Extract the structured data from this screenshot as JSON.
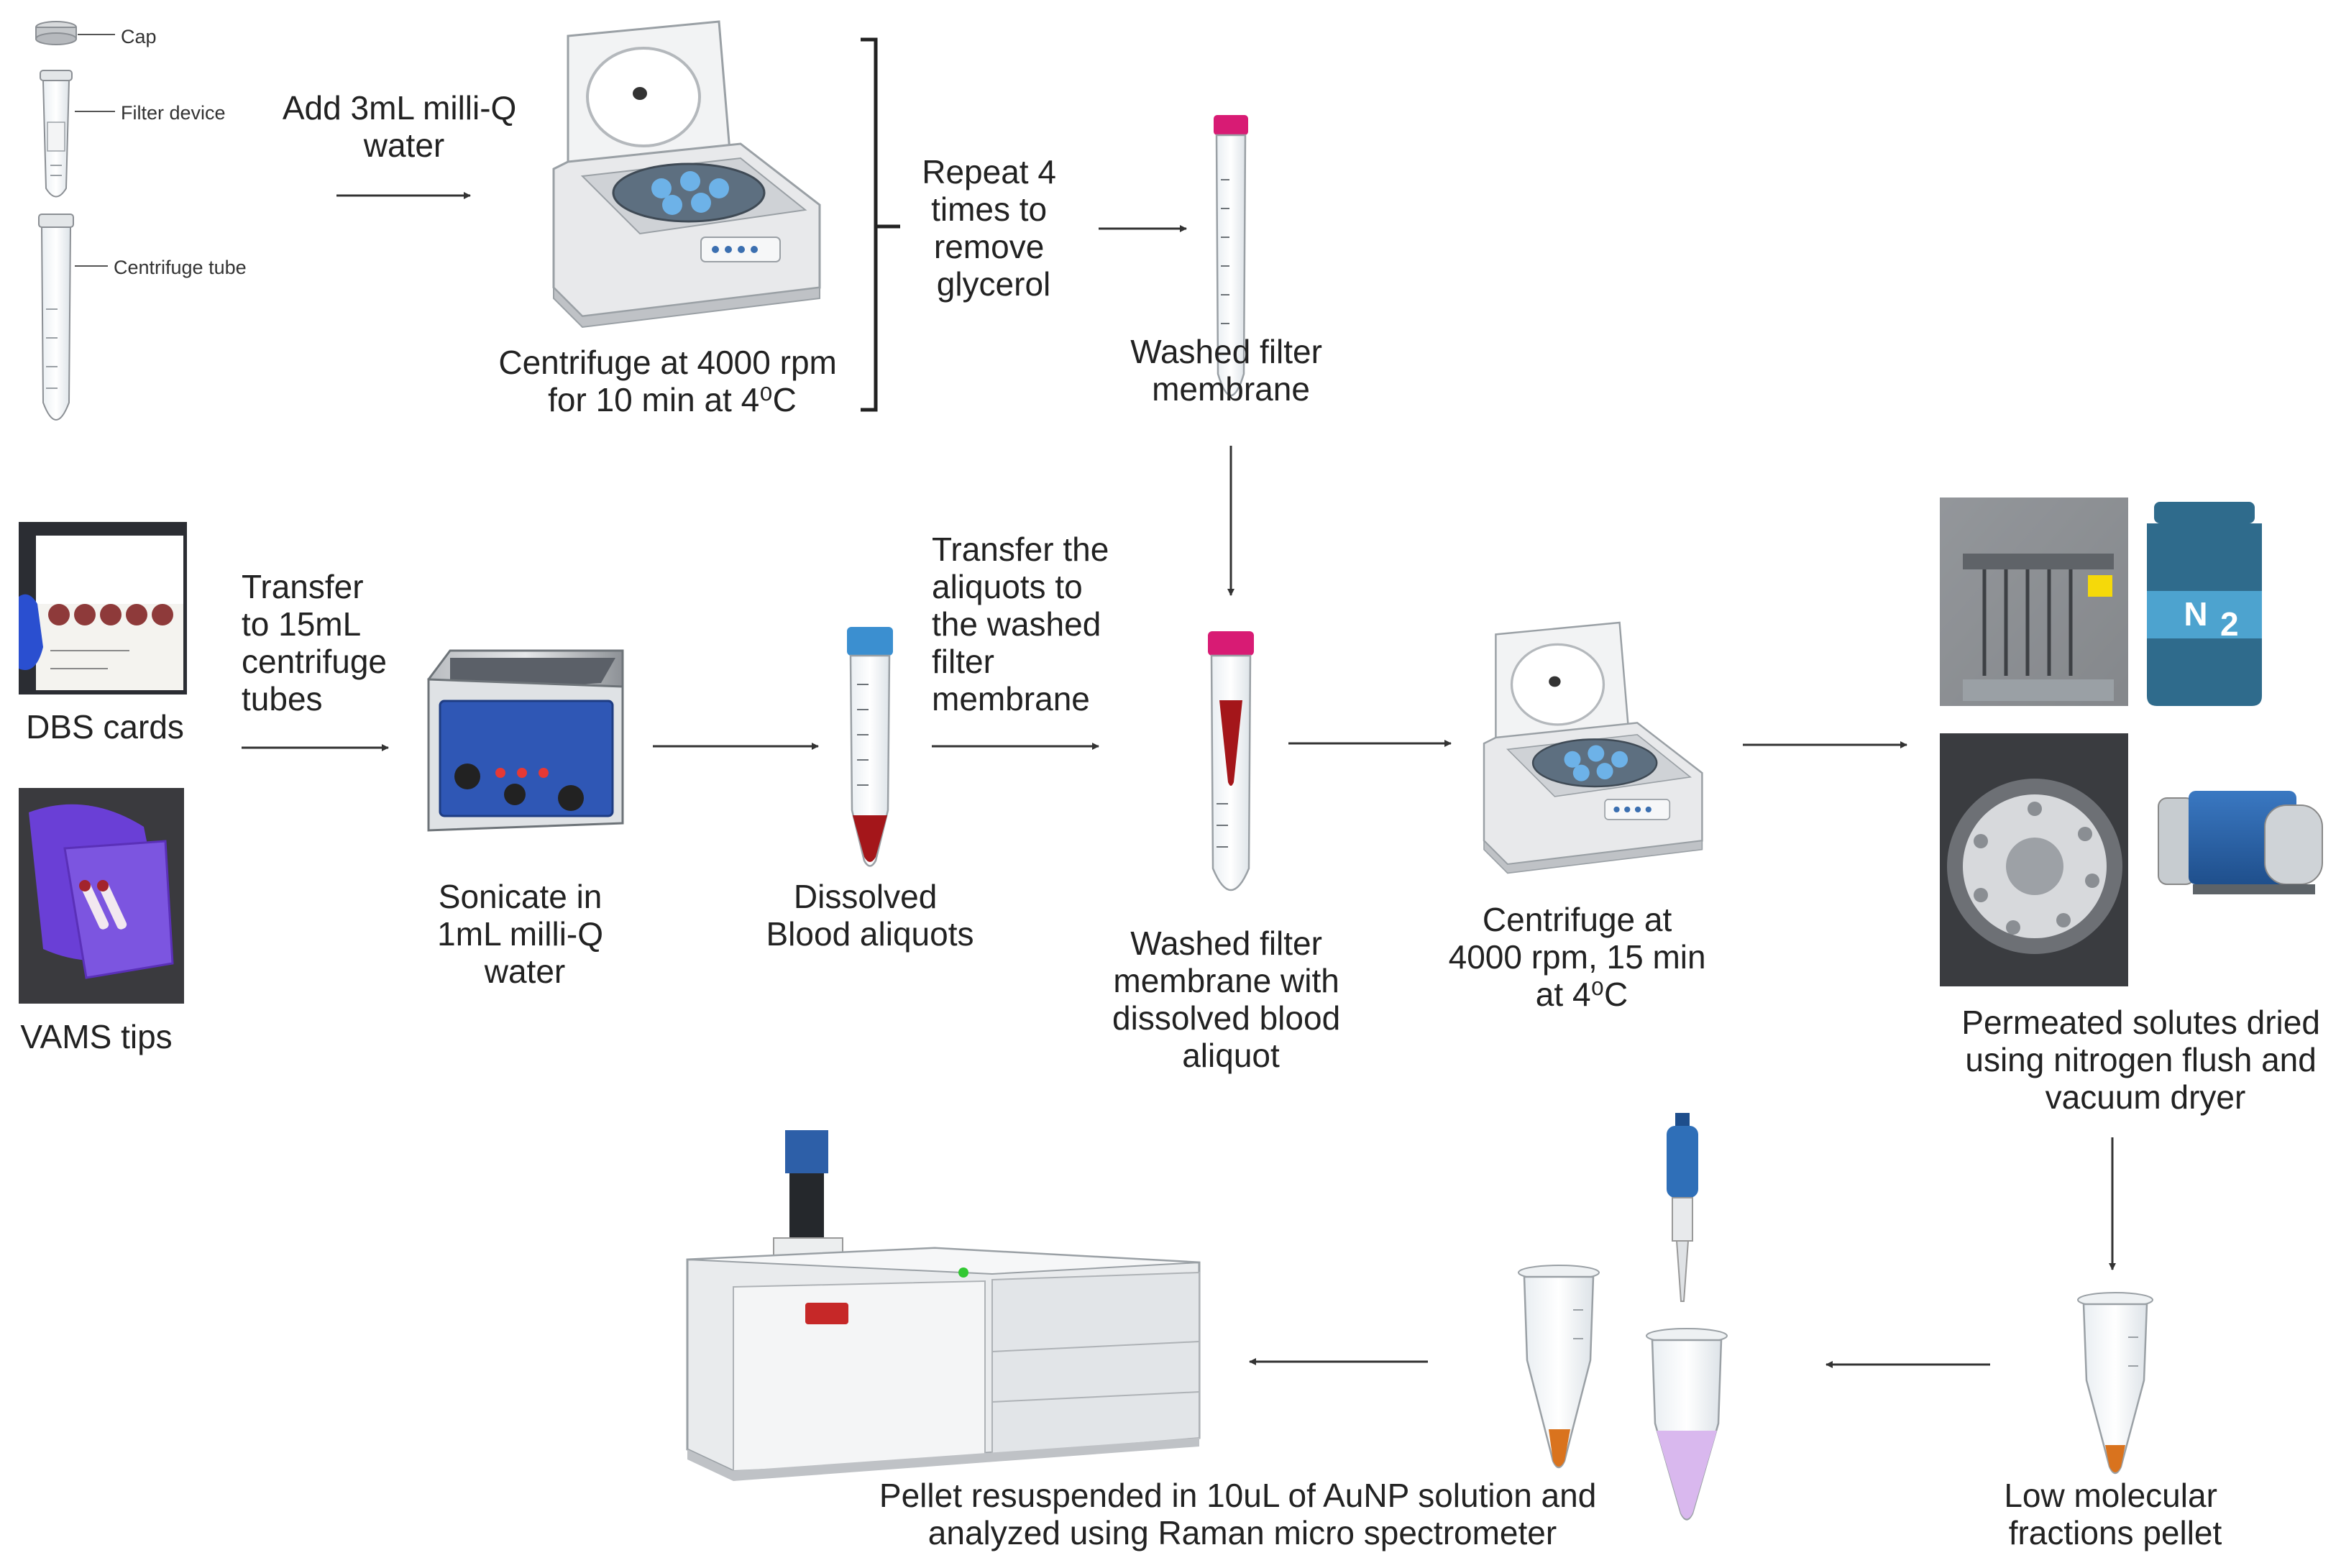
{
  "labels": {
    "cap": "Cap",
    "filter_device": "Filter device",
    "centrifuge_tube": "Centrifuge tube",
    "add_water": [
      "Add 3mL milli-Q",
      "water"
    ],
    "centrifuge_1": [
      "Centrifuge at 4000 rpm",
      "for 10 min at 4⁰C"
    ],
    "repeat": [
      "Repeat 4",
      "times to",
      "remove",
      "glycerol"
    ],
    "washed_filter": [
      "Washed filter",
      "membrane"
    ],
    "dbs_cards": "DBS cards",
    "vams_tips": "VAMS tips",
    "transfer_15ml": [
      "Transfer",
      "to 15mL",
      "centrifuge",
      "tubes"
    ],
    "sonicate": [
      "Sonicate in",
      "1mL milli-Q",
      "water"
    ],
    "dissolved": [
      "Dissolved",
      "Blood aliquots"
    ],
    "transfer_aliquots": [
      "Transfer the",
      "aliquots to",
      "the washed",
      "filter",
      "membrane"
    ],
    "washed_with_blood": [
      "Washed filter",
      "membrane with",
      "dissolved blood",
      "aliquot"
    ],
    "centrifuge_2": [
      "Centrifuge at",
      "4000 rpm, 15 min",
      "at 4⁰C"
    ],
    "permeated": [
      "Permeated solutes dried",
      "using nitrogen flush and",
      "vacuum dryer"
    ],
    "nitrogen_symbol": "N",
    "nitrogen_subscript": "2",
    "low_molecular": [
      "Low molecular",
      "fractions pellet"
    ],
    "pellet_resuspended": [
      "Pellet resuspended in 10uL of AuNP solution and",
      "analyzed using Raman micro spectrometer"
    ]
  },
  "colors": {
    "text": "#222222",
    "arrow": "#333333",
    "cap_magenta": "#d81b74",
    "cap_blue": "#3b8fd0",
    "blood_red": "#a4161a",
    "pellet_orange": "#d9731e",
    "aunp_lilac": "#d9b8ee",
    "nitrogen_tank": "#2f6b8c",
    "sonicator_blue": "#2f57b5",
    "glove_purple": "#6a3fd6"
  }
}
